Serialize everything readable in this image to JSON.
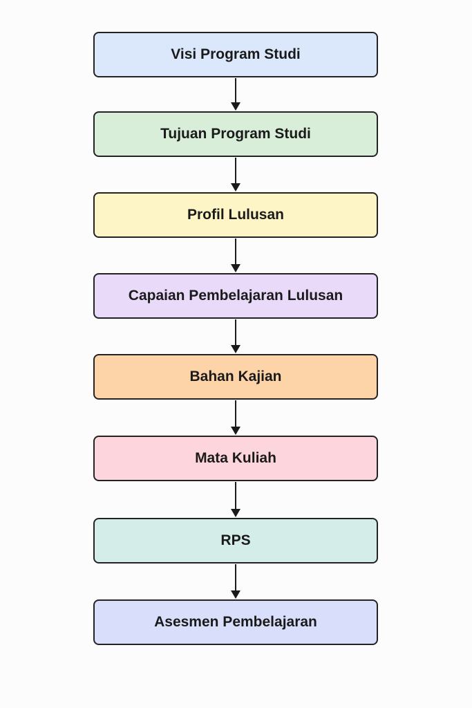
{
  "flow": {
    "steps": [
      {
        "label": "Visi Program Studi",
        "color": "#dbe8fb"
      },
      {
        "label": "Tujuan Program Studi",
        "color": "#d9eed9"
      },
      {
        "label": "Profil Lulusan",
        "color": "#fdf5c5"
      },
      {
        "label": "Capaian Pembelajaran Lulusan",
        "color": "#e9dafa"
      },
      {
        "label": "Bahan Kajian",
        "color": "#fdd4a8"
      },
      {
        "label": "Mata Kuliah",
        "color": "#fcd6dc"
      },
      {
        "label": "RPS",
        "color": "#d5ede9"
      },
      {
        "label": "Asesmen Pembelajaran",
        "color": "#d9defa"
      }
    ]
  }
}
